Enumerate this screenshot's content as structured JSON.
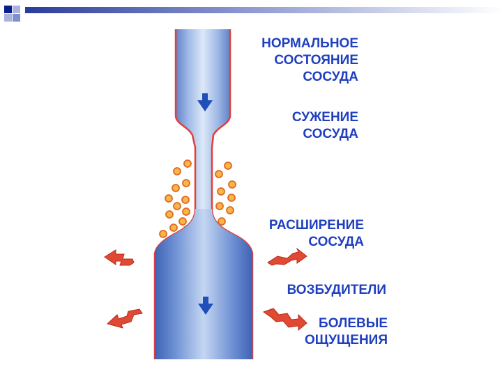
{
  "labels": {
    "normal": [
      "НОРМАЛЬНОЕ",
      "СОСТОЯНИЕ",
      "СОСУДА"
    ],
    "narrowing": [
      "СУЖЕНИЕ",
      "СОСУДА"
    ],
    "widening": [
      "РАСШИРЕНИЕ",
      "СОСУДА"
    ],
    "pathogens": [
      "ВОЗБУДИТЕЛИ"
    ],
    "pain": [
      "БОЛЕВЫЕ",
      "ОЩУЩЕНИЯ"
    ]
  },
  "colors": {
    "label_text": "#1f3fbf",
    "vessel_light": "#d6e4f7",
    "vessel_mid": "#9cb5e5",
    "vessel_dark": "#5678c2",
    "vessel_outline": "#e0403a",
    "flow_arrow": "#1f4fb8",
    "particle_fill": "#f7b54a",
    "particle_outline": "#e06a1e",
    "pain_arrow": "#d8402c",
    "corner_dark": "#0b1f8a",
    "corner_light": "#7f8fcf"
  },
  "icons": {
    "flow_arrows": "down-arrow-icon",
    "pain_arrows": "zigzag-arrow-icon",
    "particles": "circle-particle-icon"
  }
}
